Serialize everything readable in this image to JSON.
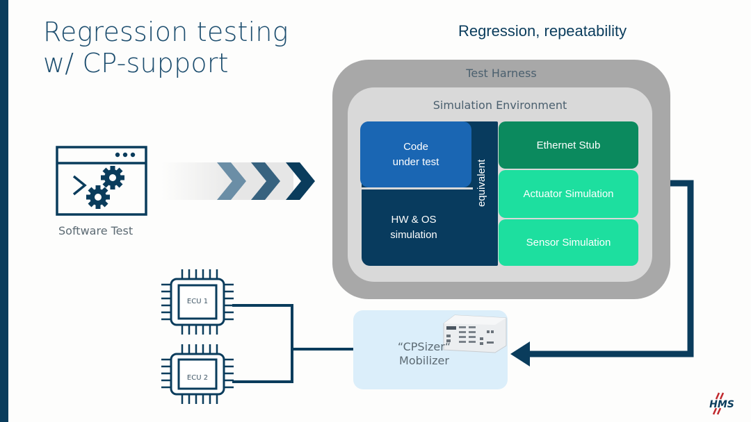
{
  "slide": {
    "title_lines": [
      "Regression testing",
      "w/ CP-support"
    ],
    "subtitle": "Regression, repeatability"
  },
  "colors": {
    "brand_navy": "#0a3c5c",
    "harness_gray": "#a8a8a8",
    "simenv_gray": "#d9d9d9",
    "code_blue": "#1a66b3",
    "ethernet_green": "#0b8a5e",
    "sim_mint": "#1ddf9f",
    "mobilizer_bg": "#dbeefa",
    "logo_red": "#c0282d"
  },
  "software_test": {
    "icon": "terminal-gears-icon",
    "label": "Software Test"
  },
  "flow_arrow": {
    "icon": "triple-chevron-right-icon"
  },
  "test_harness": {
    "label": "Test Harness",
    "simulation_environment": {
      "label": "Simulation Environment",
      "code_under_test": [
        "Code",
        "under test"
      ],
      "hw_os_simulation": [
        "HW & OS",
        "simulation"
      ],
      "equivalent_label": "equivalent",
      "stubs": [
        {
          "label": "Ethernet Stub"
        },
        {
          "label": "Actuator Simulation"
        },
        {
          "label": "Sensor Simulation"
        }
      ]
    }
  },
  "ecus": [
    {
      "label": "ECU 1",
      "icon": "chip-icon"
    },
    {
      "label": "ECU 2",
      "icon": "chip-icon"
    }
  ],
  "mobilizer": {
    "label_lines": [
      "“CPSizer“",
      "Mobilizer"
    ],
    "image": "industrial-pc-device"
  },
  "logo": {
    "text": "HMS"
  }
}
